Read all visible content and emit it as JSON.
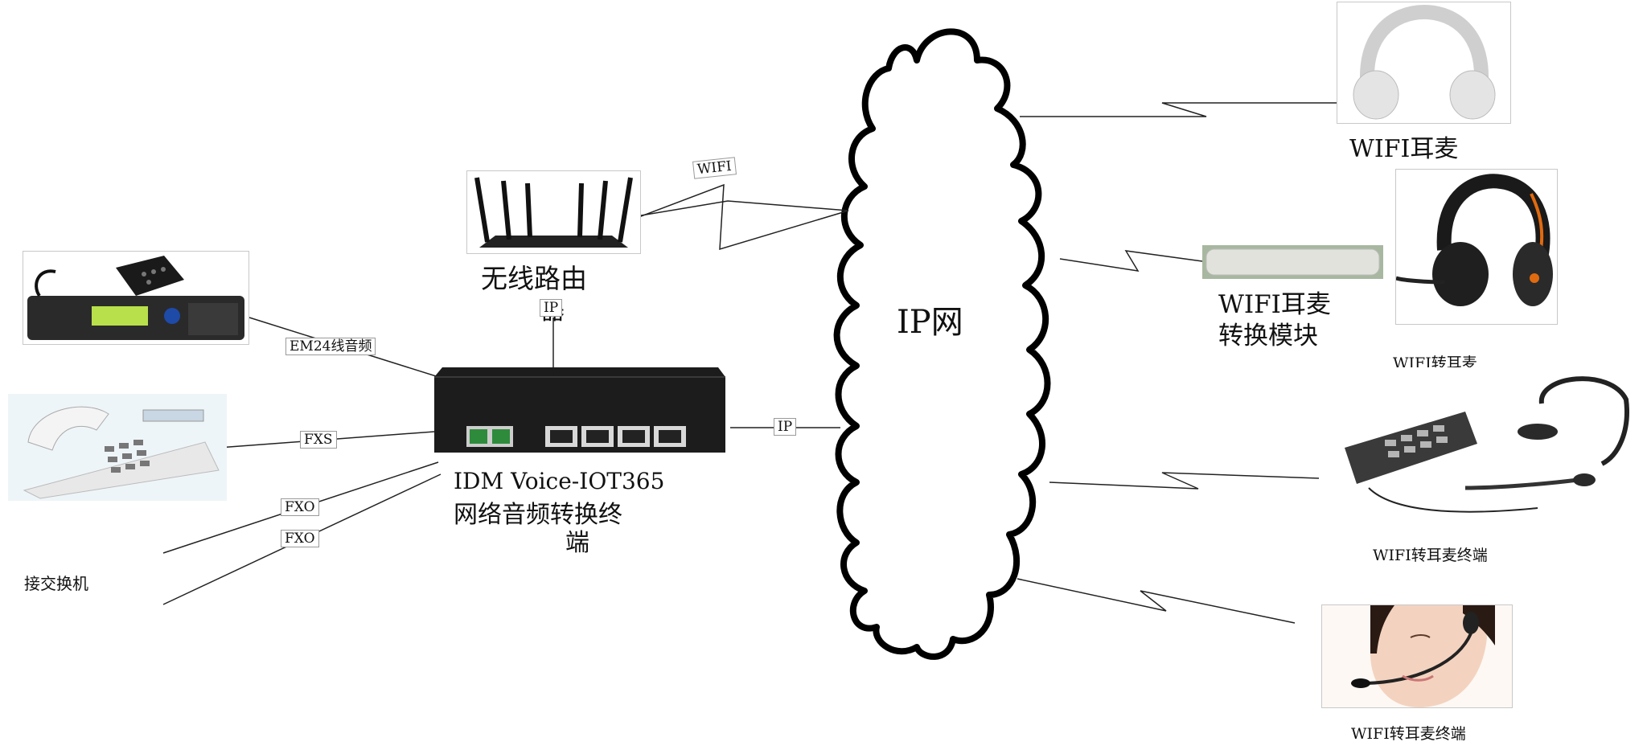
{
  "network": {
    "cloud_label": "IP网"
  },
  "device": {
    "title_line1": "IDM Voice-IOT365",
    "title_line2": "网络音频转换终",
    "title_line3": "端"
  },
  "router": {
    "label_line1": "无线路由",
    "label_line2": "器"
  },
  "left": {
    "em24_label": "EM24线音频",
    "fxs_label": "FXS",
    "fxo_label_1": "FXO",
    "fxo_label_2": "FXO",
    "pbx_label": "接交换机"
  },
  "links": {
    "wifi_label": "WIFI",
    "ip_router_label": "IP",
    "ip_cloud_label": "IP"
  },
  "right": {
    "headphones_label": "WIFI耳麦",
    "module_label_line1": "WIFI耳麦",
    "module_label_line2": "转换模块",
    "headset_label": "WIFI转耳麦",
    "terminal_label": "WIFI转耳麦终端",
    "person_label": "WIFI转耳麦终端"
  },
  "colors": {
    "device_body": "#1c1c1c",
    "port_green": "#2e8b3c",
    "radio_display": "#b8e04a",
    "headset_orange": "#e06a10"
  },
  "icons": [
    "router-icon",
    "radio-icon",
    "desk-phone-icon",
    "network-device-icon",
    "cloud-icon",
    "headphones-icon",
    "converter-module-icon",
    "gaming-headset-icon",
    "headset-keypad-icon",
    "person-headset-icon"
  ]
}
